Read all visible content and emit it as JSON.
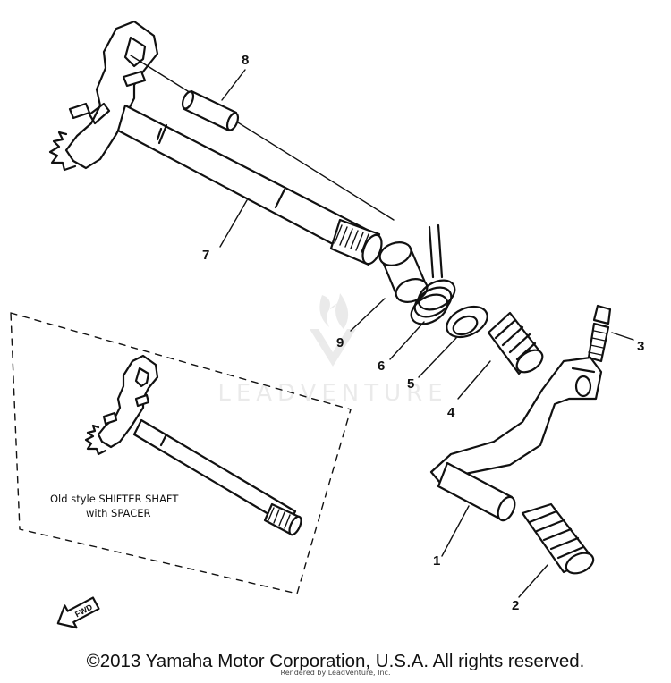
{
  "diagram": {
    "parts": [
      {
        "number": "1"
      },
      {
        "number": "2"
      },
      {
        "number": "3"
      },
      {
        "number": "4"
      },
      {
        "number": "5"
      },
      {
        "number": "6"
      },
      {
        "number": "7"
      },
      {
        "number": "8"
      },
      {
        "number": "9"
      }
    ],
    "inset_note_line1": "Old style SHIFTER SHAFT",
    "inset_note_line2": "with SPACER",
    "fwd_label": "FWD"
  },
  "watermark": {
    "brand": "LEADVENTURE"
  },
  "footer": {
    "copyright": "©2013 Yamaha Motor Corporation, U.S.A. All rights reserved.",
    "rendered_by": "Rendered by LeadVenture, Inc."
  }
}
